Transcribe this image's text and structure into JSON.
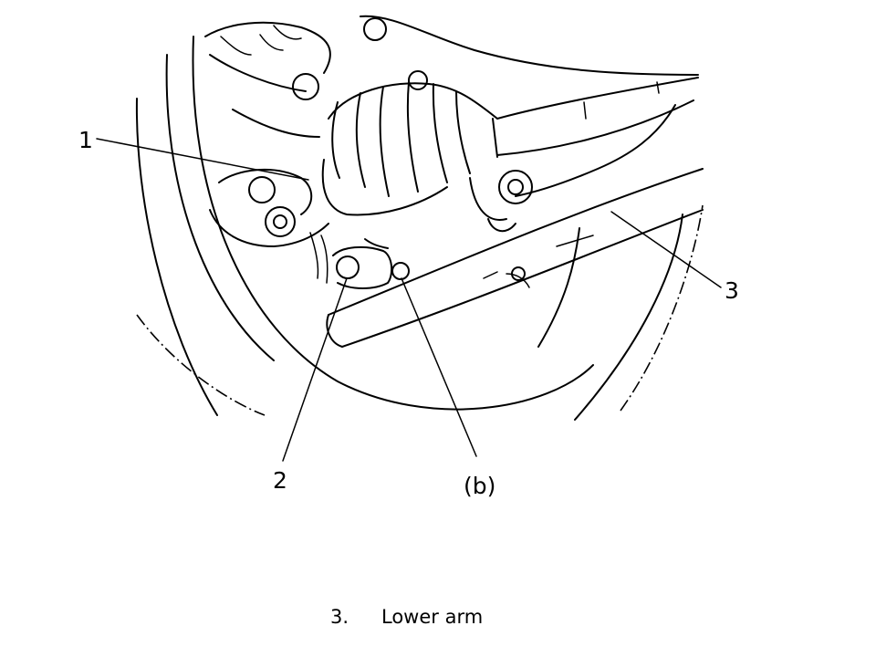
{
  "callouts": {
    "one": "1",
    "two": "2",
    "three": "3",
    "b": "(b)"
  },
  "caption": {
    "number": "3.",
    "text": "Lower arm"
  }
}
